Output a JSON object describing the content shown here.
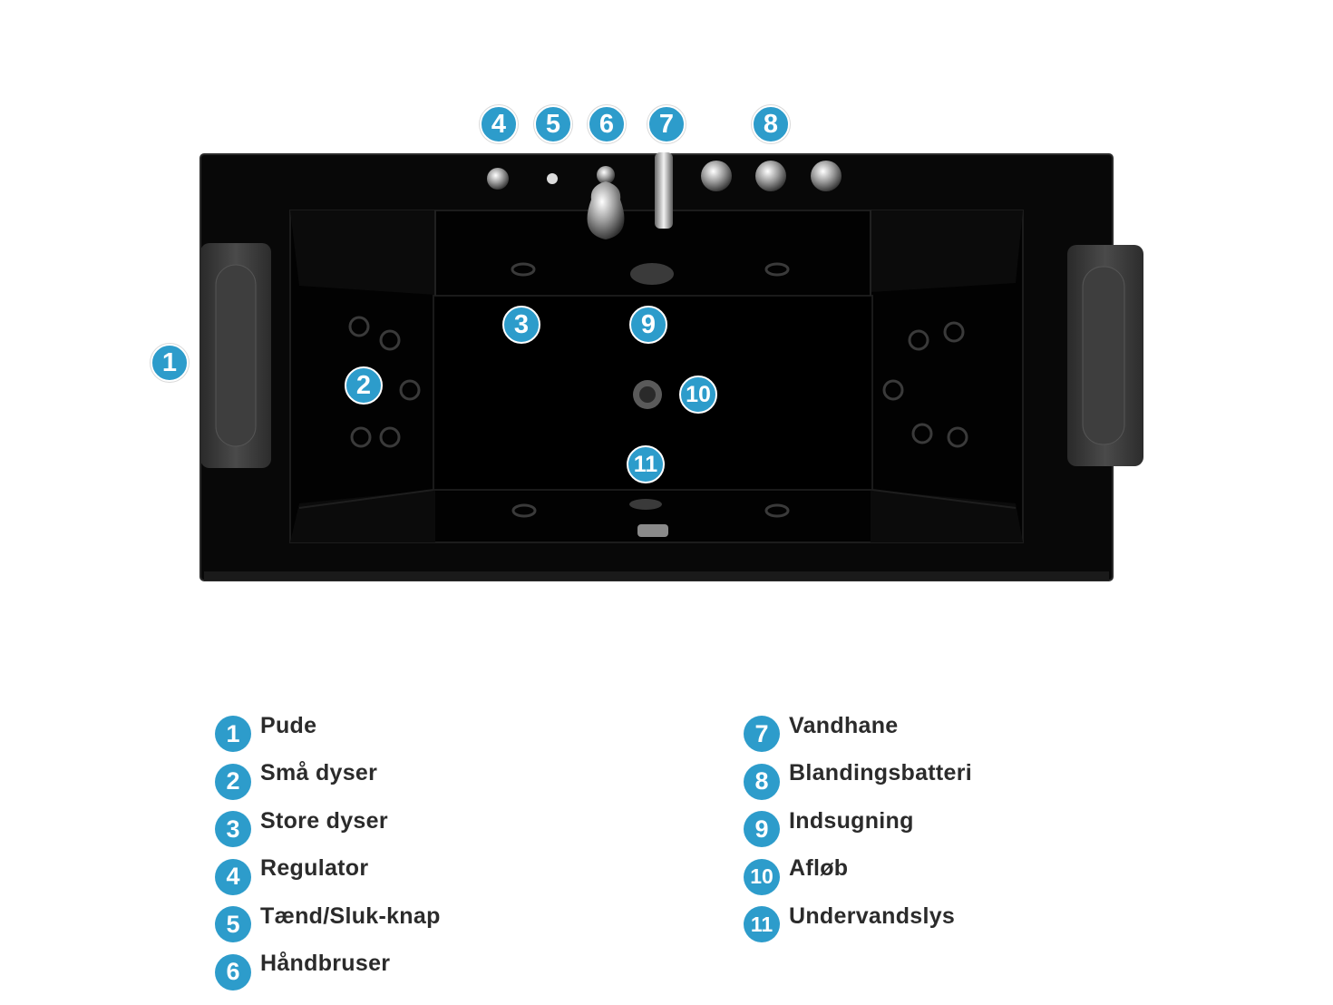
{
  "colors": {
    "accent": "#2d9ccb",
    "tub": "#050505",
    "pillow": "#3a3a3a",
    "text": "#2b2b2b"
  },
  "callouts": [
    "1",
    "2",
    "3",
    "4",
    "5",
    "6",
    "7",
    "8",
    "9",
    "10",
    "11"
  ],
  "legend": {
    "left": [
      {
        "num": "1",
        "label": "Pude"
      },
      {
        "num": "2",
        "label": "Små dyser"
      },
      {
        "num": "3",
        "label": "Store dyser"
      },
      {
        "num": "4",
        "label": "Regulator"
      },
      {
        "num": "5",
        "label": "Tænd/Sluk-knap"
      },
      {
        "num": "6",
        "label": "Håndbruser"
      }
    ],
    "right": [
      {
        "num": "7",
        "label": "Vandhane"
      },
      {
        "num": "8",
        "label": "Blandingsbatteri"
      },
      {
        "num": "9",
        "label": "Indsugning"
      },
      {
        "num": "10",
        "label": "Afløb"
      },
      {
        "num": "11",
        "label": "Undervandslys"
      }
    ]
  }
}
